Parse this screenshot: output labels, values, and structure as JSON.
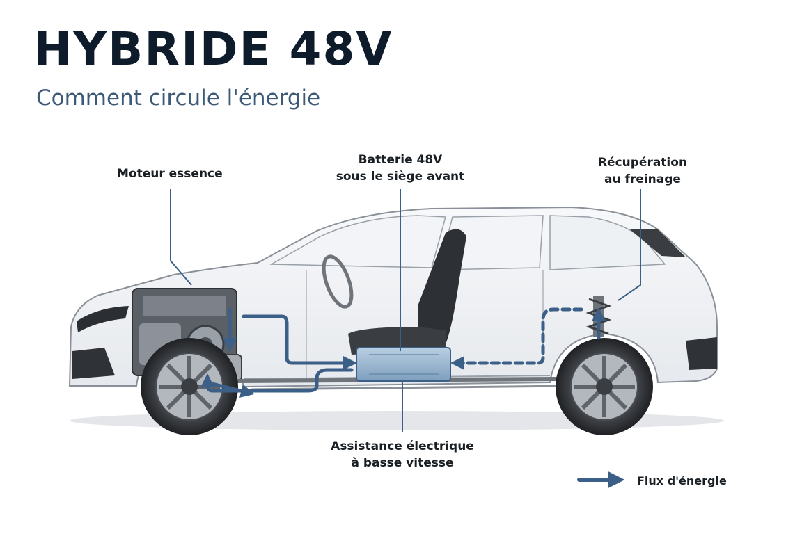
{
  "header": {
    "title": "HYBRIDE 48V",
    "subtitle": "Comment circule l'énergie"
  },
  "labels": {
    "engine": "Moteur essence",
    "battery": [
      "Batterie 48V",
      "sous le siège avant"
    ],
    "regen": [
      "Récupération",
      "au freinage"
    ],
    "assist": [
      "Assistance électrique",
      "à basse vitesse"
    ]
  },
  "legend": {
    "label": "Flux d'énergie"
  },
  "colors": {
    "flow": "#3b5f86",
    "title": "#0d1b2a",
    "subtitle": "#3c5a78",
    "car_outline": "#8a9098",
    "battery": "#8fb0cc"
  }
}
